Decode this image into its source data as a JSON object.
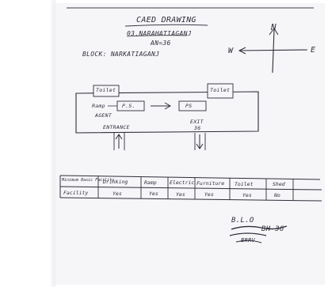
{
  "header": {
    "title": "CAED DRAWING",
    "subtitle": "03.NARAHATIAGANJ",
    "an": "AN=36",
    "block": "BLOCK: NARKATIAGANJ"
  },
  "compass": {
    "north": "N",
    "west": "W",
    "east": "E"
  },
  "diagram": {
    "toilet_top_left": "Toilet",
    "toilet_top_right": "Toilet",
    "ramp": "Ramp",
    "ps_left": "P.S.",
    "agent": "AGENT",
    "ps_right": "PS",
    "entrance": "ENTRANCE",
    "exit": "EXIT",
    "exit_num": "36"
  },
  "table": {
    "headers": [
      "Minimum Basic Facility",
      "Drinking",
      "Ramp",
      "Electric",
      "Furniture",
      "Toilet",
      "Shed"
    ],
    "values": [
      "Facility",
      "Yes",
      "Yes",
      "Yes",
      "Yes",
      "Yes",
      "No"
    ]
  },
  "signature": {
    "line1": "B.L.O",
    "line2": "BH-36",
    "line3": "BRRV"
  }
}
